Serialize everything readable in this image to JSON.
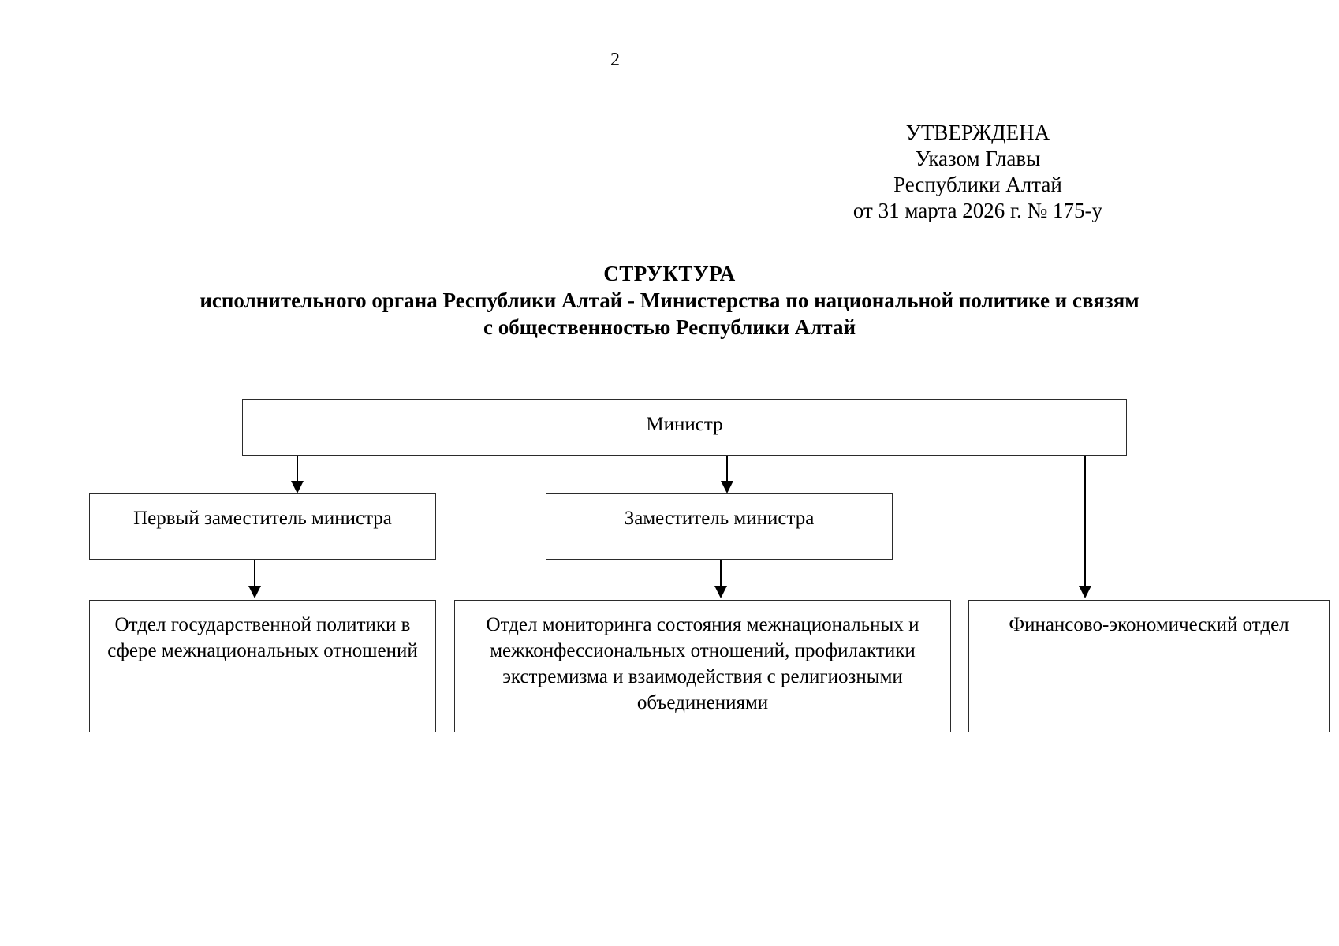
{
  "page": {
    "number": "2"
  },
  "approval": {
    "line1": "УТВЕРЖДЕНА",
    "line2": "Указом Главы",
    "line3": "Республики Алтай",
    "line4": "от 31 марта 2026 г. № 175-у"
  },
  "title": {
    "line1": "СТРУКТУРА",
    "line2": "исполнительного органа Республики Алтай - Министерства по национальной политике и связям",
    "line3": "с общественностью Республики Алтай"
  },
  "chart": {
    "type": "org-chart",
    "nodes": {
      "minister": "Министр",
      "first_deputy": "Первый заместитель министра",
      "deputy": "Заместитель министра",
      "dept_policy": "Отдел государственной политики в сфере межнациональных отношений",
      "dept_monitoring": "Отдел мониторинга состояния межнациональных и межконфессиональных отношений, профилактики экстремизма и взаимодействия с религиозными объединениями",
      "dept_finance": "Финансово-экономический отдел"
    },
    "edges": [
      {
        "from": "minister",
        "to": "first_deputy"
      },
      {
        "from": "minister",
        "to": "deputy"
      },
      {
        "from": "minister",
        "to": "dept_finance"
      },
      {
        "from": "first_deputy",
        "to": "dept_policy"
      },
      {
        "from": "deputy",
        "to": "dept_monitoring"
      }
    ],
    "colors": {
      "border": "#2b2b2b",
      "connector": "#000000",
      "background": "#ffffff",
      "text": "#000000"
    }
  }
}
